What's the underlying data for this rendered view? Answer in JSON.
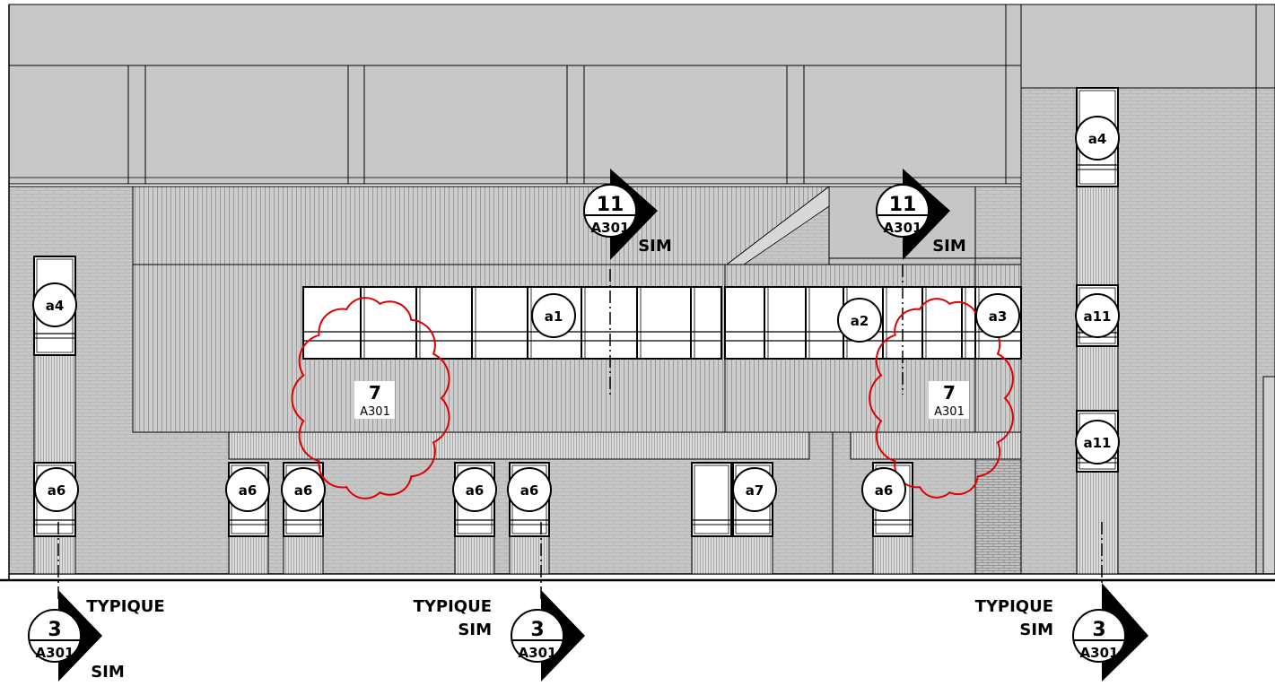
{
  "colors": {
    "roof": "#c8c8c8",
    "wall": "#c6c6c6",
    "cladding": "#cdcdcd",
    "line": "#000000",
    "revision_cloud": "#e00000",
    "background": "#ffffff"
  },
  "window_tags": {
    "a1": "a1",
    "a2": "a2",
    "a3": "a3",
    "a4_left": "a4",
    "a4_right": "a4",
    "a6_1": "a6",
    "a6_2": "a6",
    "a6_3": "a6",
    "a6_4": "a6",
    "a6_5": "a6",
    "a6_6": "a6",
    "a7": "a7",
    "a11_upper": "a11",
    "a11_lower": "a11"
  },
  "section_markers": {
    "upper_left": {
      "number": "11",
      "sheet": "A301",
      "note": "SIM"
    },
    "upper_right": {
      "number": "11",
      "sheet": "A301",
      "note": "SIM"
    },
    "bottom_left": {
      "number": "3",
      "sheet": "A301",
      "note": "SIM",
      "label": "TYPIQUE"
    },
    "bottom_middle": {
      "number": "3",
      "sheet": "A301",
      "label1": "TYPIQUE",
      "label2": "SIM"
    },
    "bottom_right": {
      "number": "3",
      "sheet": "A301",
      "label1": "TYPIQUE",
      "label2": "SIM"
    }
  },
  "detail_callouts": {
    "left": {
      "number": "7",
      "sheet": "A301"
    },
    "right": {
      "number": "7",
      "sheet": "A301"
    }
  }
}
